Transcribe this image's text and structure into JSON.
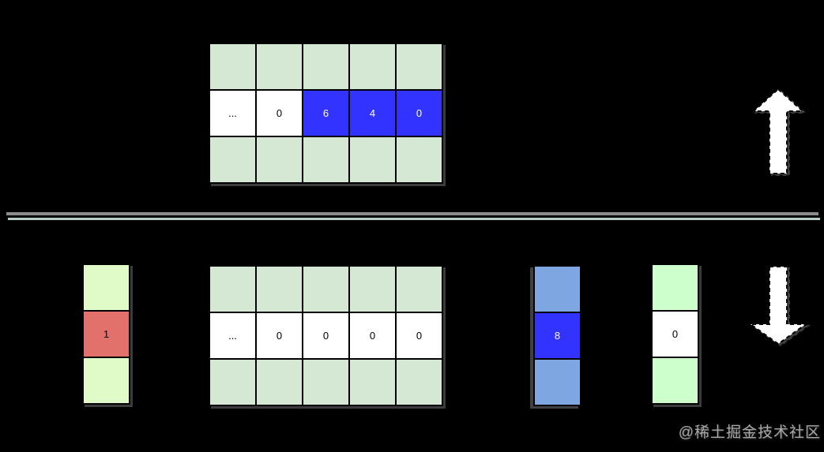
{
  "watermark": "@稀土掘金技术社区",
  "colors": {
    "background": "#000000",
    "grid_green": "#d5e8d4",
    "white": "#ffffff",
    "highlight_blue": "#3333ff",
    "light_blue": "#7ea6e0",
    "lime_green": "#e1fbc8",
    "red": "#e2706b",
    "mint_green": "#ccffcc",
    "divider_gray": "#8c8c8c",
    "divider_green": "#b3cdc4",
    "watermark_color": "#a8a8a8",
    "arrow_fill": "#ffffff",
    "cell_border": "#000000"
  },
  "top": {
    "arrow": "up",
    "grid": {
      "columns": 5,
      "cells": [
        {
          "text": "",
          "style": "green"
        },
        {
          "text": "",
          "style": "green"
        },
        {
          "text": "",
          "style": "green"
        },
        {
          "text": "",
          "style": "green"
        },
        {
          "text": "",
          "style": "green"
        },
        {
          "text": "...",
          "style": "white"
        },
        {
          "text": "0",
          "style": "white"
        },
        {
          "text": "6",
          "style": "blue"
        },
        {
          "text": "4",
          "style": "blue"
        },
        {
          "text": "0",
          "style": "blue"
        },
        {
          "text": "",
          "style": "green"
        },
        {
          "text": "",
          "style": "green"
        },
        {
          "text": "",
          "style": "green"
        },
        {
          "text": "",
          "style": "green"
        },
        {
          "text": "",
          "style": "green"
        }
      ]
    }
  },
  "bottom": {
    "arrow": "down",
    "left_column": {
      "columns": 1,
      "cells": [
        {
          "text": "",
          "style": "lime"
        },
        {
          "text": "1",
          "style": "red"
        },
        {
          "text": "",
          "style": "lime"
        }
      ]
    },
    "grid": {
      "columns": 5,
      "cells": [
        {
          "text": "",
          "style": "green"
        },
        {
          "text": "",
          "style": "green"
        },
        {
          "text": "",
          "style": "green"
        },
        {
          "text": "",
          "style": "green"
        },
        {
          "text": "",
          "style": "green"
        },
        {
          "text": "...",
          "style": "white"
        },
        {
          "text": "0",
          "style": "white"
        },
        {
          "text": "0",
          "style": "white"
        },
        {
          "text": "0",
          "style": "white"
        },
        {
          "text": "0",
          "style": "white"
        },
        {
          "text": "",
          "style": "green"
        },
        {
          "text": "",
          "style": "green"
        },
        {
          "text": "",
          "style": "green"
        },
        {
          "text": "",
          "style": "green"
        },
        {
          "text": "",
          "style": "green"
        }
      ]
    },
    "blue_column": {
      "columns": 1,
      "cells": [
        {
          "text": "",
          "style": "lightblue"
        },
        {
          "text": "8",
          "style": "blue"
        },
        {
          "text": "",
          "style": "lightblue"
        }
      ]
    },
    "green_column": {
      "columns": 1,
      "cells": [
        {
          "text": "",
          "style": "mint"
        },
        {
          "text": "0",
          "style": "white"
        },
        {
          "text": "",
          "style": "mint"
        }
      ]
    }
  }
}
